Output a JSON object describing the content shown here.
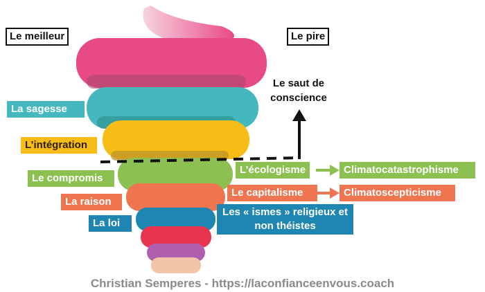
{
  "poles": {
    "best": "Le meilleur",
    "worst": "Le pire"
  },
  "leap": "Le saut de conscience",
  "levels": [
    {
      "label": "La sagesse",
      "color": "#45b8bd"
    },
    {
      "label": "L’intégration",
      "color": "#f7bc16"
    },
    {
      "label": "Le compromis",
      "color": "#8cc152"
    },
    {
      "label": "La raison",
      "color": "#ef7551"
    },
    {
      "label": "La loi",
      "color": "#1e86b0"
    }
  ],
  "isms": [
    {
      "from": "L’écologisme",
      "to": "Climatocatastrophisme",
      "color": "#8cc152"
    },
    {
      "from": "Le capitalisme",
      "to": "Climatoscepticisme",
      "color": "#ef7551"
    },
    {
      "from": "Les « ismes » religieux et non théistes",
      "color": "#1e86b0"
    }
  ],
  "footer": "Christian Semperes - https://laconfianceenvous.coach"
}
